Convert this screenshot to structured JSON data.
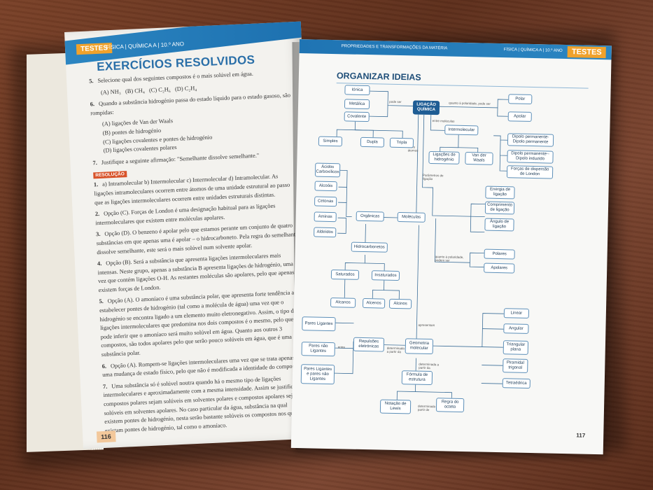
{
  "left_page": {
    "header_tag": "TESTES",
    "header_text": "FÍSICA | QUÍMICA A | 10.º ANO",
    "title": "EXERCÍCIOS RESOLVIDOS",
    "questions": [
      {
        "num": "5.",
        "text": "Selecione qual dos seguintes compostos é o mais solúvel em água.",
        "options": [
          "(A) NH₃",
          "(B) CH₄",
          "(C) C₂H₆",
          "(D) C₂H₄"
        ]
      },
      {
        "num": "6.",
        "text": "Quando a substância hidrogénio passa do estado líquido para o estado gasoso, são rompidas:",
        "options": [
          "(A) ligações de Van der Waals",
          "(B) pontes de hidrogénio",
          "(C) ligações covalentes e pontes de hidrogénio",
          "(D) ligações covalentes polares"
        ]
      },
      {
        "num": "7.",
        "text": "Justifique a seguinte afirmação: \"Semelhante dissolve semelhante.\"",
        "options": []
      }
    ],
    "resolution_badge": "RESOLUÇÃO",
    "answers": [
      {
        "num": "1.",
        "text": "a) Intramolecular   b) Intermolecular   c) Intermolecular   d) Intramolecular. As ligações intramoleculares ocorrem entre átomos de uma unidade estrutural ao passo que as ligações intermoleculares ocorrem entre unidades estruturais distintas."
      },
      {
        "num": "2.",
        "text": "Opção (C). Forças de London é uma designação habitual para as ligações intermoleculares que existem entre moléculas apolares."
      },
      {
        "num": "3.",
        "text": "Opção (D). O benzeno é apolar pelo que estamos perante um conjunto de quatro substâncias em que apenas uma é apolar – o hidrocarboneto. Pela regra do semelhante dissolve semelhante, este será o mais solúvel num solvente apolar."
      },
      {
        "num": "4.",
        "text": "Opção (B). Será a substância que apresenta ligações intermoleculares mais intensas. Neste grupo, apenas a substância B apresenta ligações de hidrogénio, uma vez que contém ligações O-H. As restantes moléculas são apolares, pelo que apenas existem forças de London."
      },
      {
        "num": "5.",
        "text": "Opção (A). O amoníaco é uma substância polar, que apresenta forte tendência a estabelecer pontes de hidrogénio (tal como a molécula de água) uma vez que o hidrogénio se encontra ligado a um elemento muito eletronegativo. Assim, o tipo de ligações intermoleculares que predomina nos dois compostos é o mesmo, pelo que se pode inferir que o amoníaco será muito solúvel em água. Quanto aos outros 3 compostos, são todos apolares pelo que serão pouco solúveis em água, que é uma substância polar."
      },
      {
        "num": "6.",
        "text": "Opção (A). Rompem-se ligações intermoleculares uma vez que se trata apenas de uma mudança de estado físico, pelo que não é modificada a identidade do composto."
      },
      {
        "num": "7.",
        "text": "Uma substância só é solúvel noutra quando há o mesmo tipo de ligações intermoleculares e aproximadamente com a mesma intensidade. Assim se justifica que compostos polares sejam solúveis em solventes polares e compostos apolares sejam solúveis em solventes apolares. No caso particular da água, substância na qual existem pontes de hidrogénio, nesta serão bastante solúveis os compostos nos quais existam pontes de hidrogénio, tal como o amoníaco."
      }
    ],
    "page_number": "116"
  },
  "right_page": {
    "header_left": "PROPRIEDADES E TRANSFORMAÇÕES DA MATÉRIA",
    "header_right": "FÍSICA | QUÍMICA A | 10.º ANO",
    "header_tag": "TESTES",
    "title": "ORGANIZAR IDEIAS",
    "page_number": "117",
    "nodes": {
      "ionica": "Iónica",
      "metalica": "Metálica",
      "covalente": "Covalente",
      "ligacao": "LIGAÇÃO QUÍMICA",
      "polar": "Polar",
      "apolar": "Apolar",
      "simples": "Simples",
      "dupla": "Dupla",
      "tripla": "Tripla",
      "intermolecular": "Intermolecular",
      "lig_hidrogenio": "Ligações de hidrogénio",
      "van_der_waals": "Van der Waals",
      "dipolo_perm": "Dipolo permanente-Dipolo permanente",
      "dipolo_induz": "Dipolo permanente--Dipolo induzido",
      "london": "Forças de dispersão de London",
      "acidos": "Ácidos Carboxílicos",
      "alcoois": "Alcoóis",
      "cetonas": "Cetonas",
      "aminas": "Aminas",
      "aldeidos": "Aldeídos",
      "organicas": "Orgânicas",
      "moleculas": "Moléculas",
      "energia": "Energia de ligação",
      "comprimento": "Comprimento de ligação",
      "angulo": "Ângulo de ligação",
      "hidrocarbonetos": "Hidrocarbonetos",
      "polares": "Polares",
      "apolares": "Apolares",
      "saturados": "Saturados",
      "insaturados": "Insaturados",
      "alcanos": "Alcanos",
      "alcenos": "Alcenos",
      "alcinos": "Alcinos",
      "pares_ligantes": "Pares Ligantes",
      "pares_nao_ligantes": "Pares não Ligantes",
      "pares_ambos": "Pares Ligantes e pares não Ligantes",
      "repulsoes": "Repulsões eletrónicas",
      "geometria": "Geometria molecular",
      "linear": "Linear",
      "angular": "Angular",
      "triangular": "Triangular plana",
      "piramidal": "Piramidal trigonal",
      "tetraedrica": "Tetraédrica",
      "formula": "Fórmula de estrutura",
      "lewis": "Notação de Lewis",
      "octeto": "Regra do octeto"
    },
    "link_labels": {
      "pode_ser": "pode ser",
      "polaridade": "quanto à polaridade, pode ser",
      "entre_moleculas": "entre moléculas",
      "entre_atomos": "entre átomos",
      "parametros": "Parâmetros de ligação",
      "polaridade2": "quanto à polaridade, podem ser",
      "apresentam": "apresentam",
      "entre": "entre",
      "determinada": "determinada a partir da",
      "determinada2": "determinada a partir da",
      "determinada3": "determinada a partir de"
    }
  }
}
